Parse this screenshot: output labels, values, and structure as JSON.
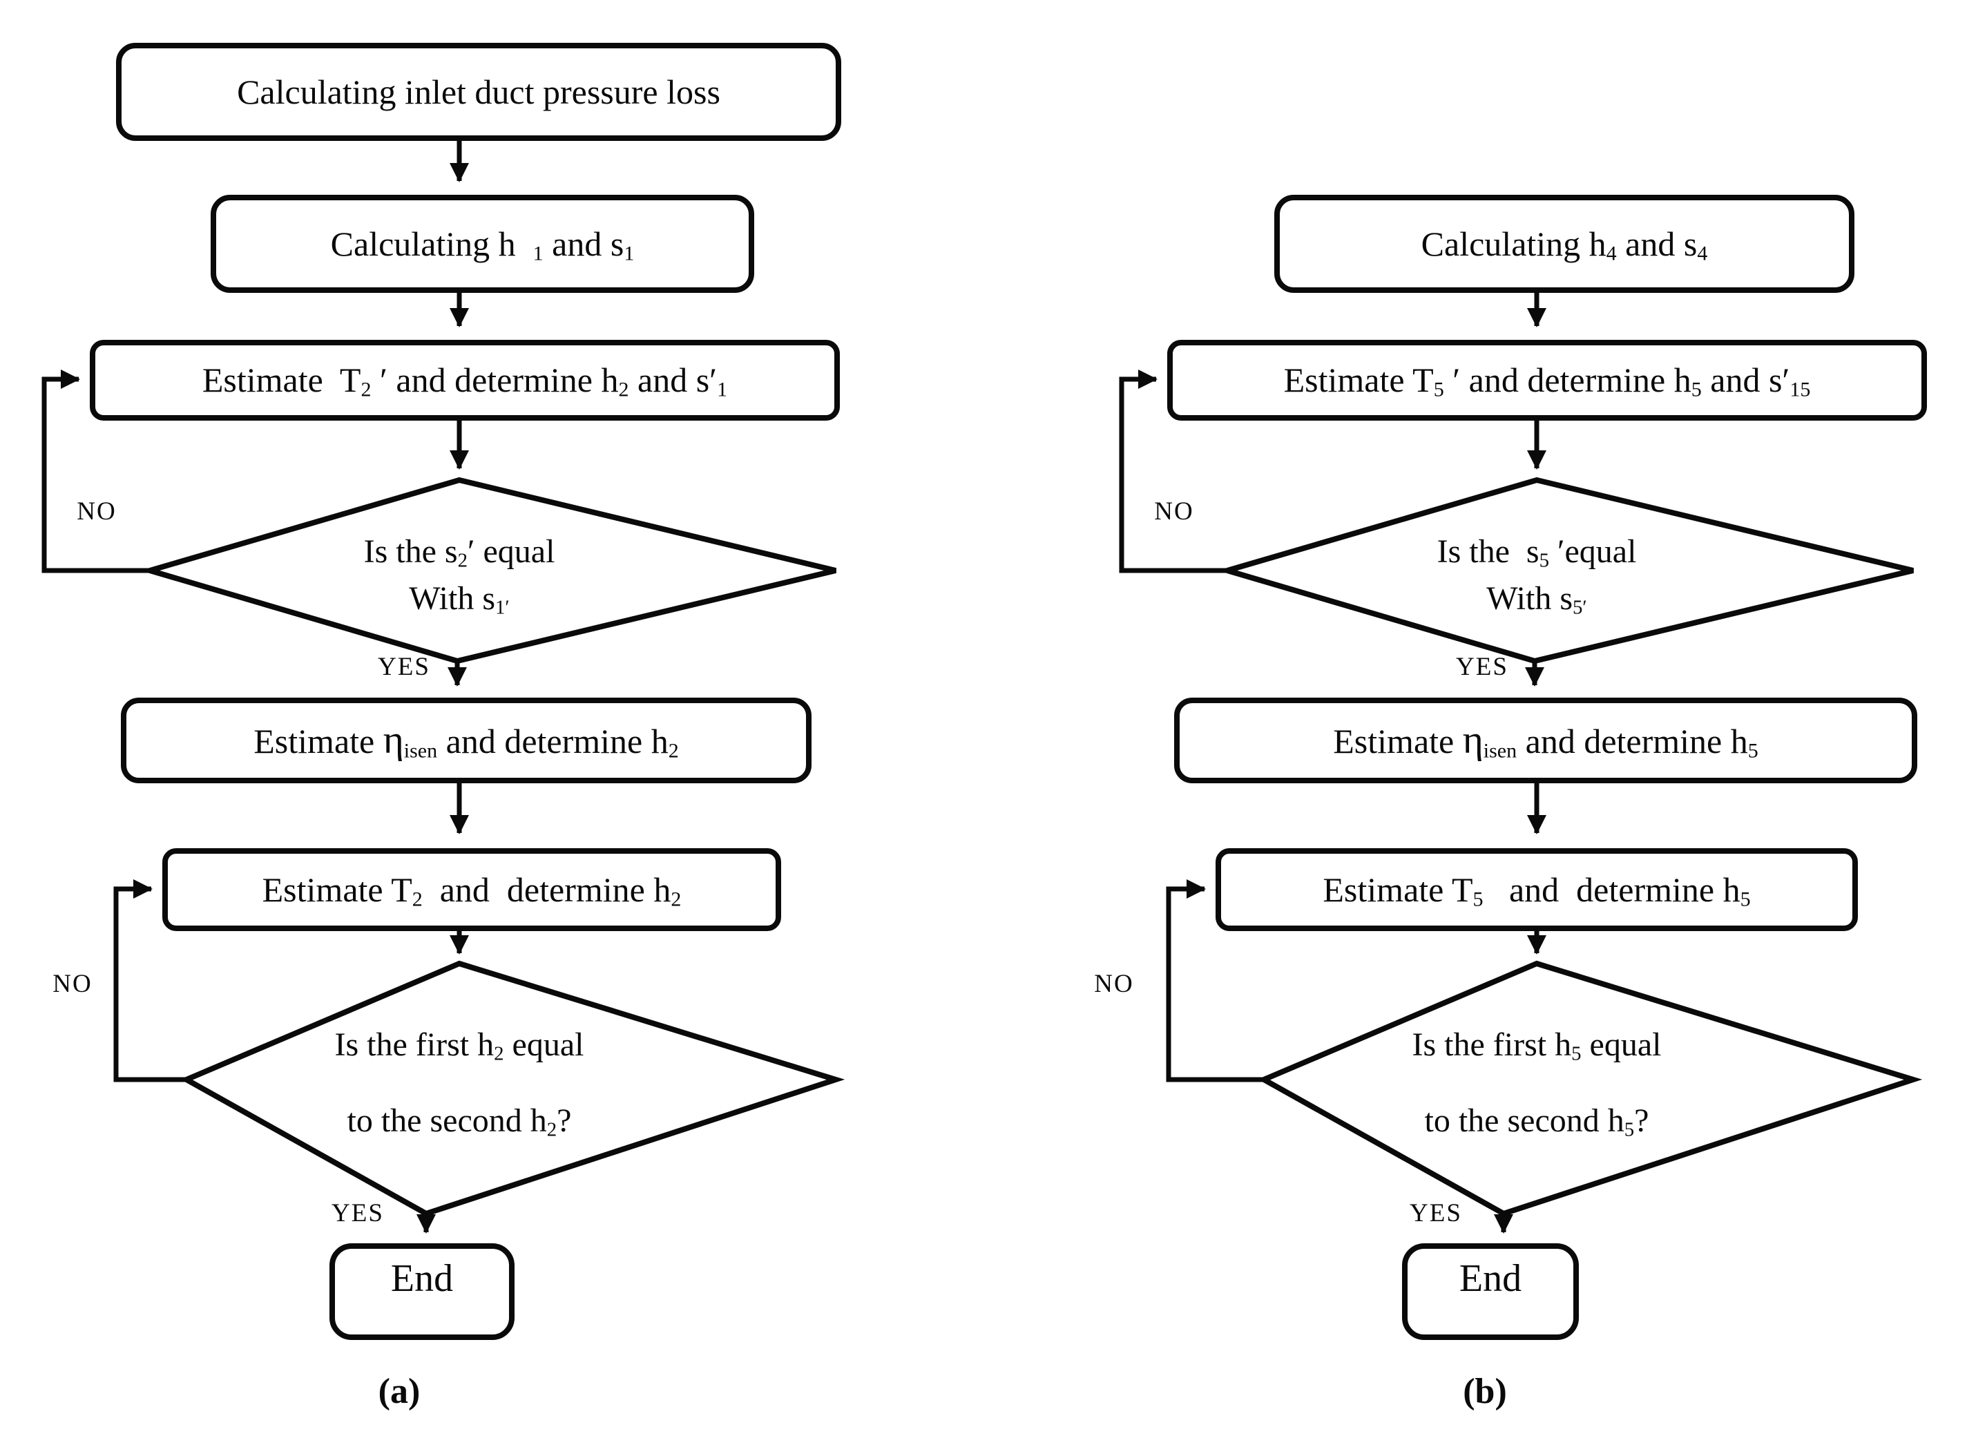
{
  "panels": {
    "a": {
      "caption": "(a)",
      "box1": [
        {
          "t": "Calculating inlet duct pressure loss"
        }
      ],
      "box2": [
        {
          "t": "Calculating h  "
        },
        {
          "t": "1",
          "sub": true
        },
        {
          "t": " and s"
        },
        {
          "t": "1",
          "sub": true
        }
      ],
      "box3": [
        {
          "t": "Estimate  T"
        },
        {
          "t": "2",
          "sub": true
        },
        {
          "t": " ′ and determine h"
        },
        {
          "t": "2",
          "sub": true
        },
        {
          "t": " and s′"
        },
        {
          "t": "1",
          "sub": true
        }
      ],
      "d1_line1": [
        {
          "t": "Is the s"
        },
        {
          "t": "2",
          "sub": true
        },
        {
          "t": "′ equal"
        }
      ],
      "d1_line2": [
        {
          "t": "With s"
        },
        {
          "t": "1′",
          "sub": true
        }
      ],
      "d1_no": "NO",
      "d1_yes": "YES",
      "box4": [
        {
          "t": "Estimate "
        },
        {
          "t": "η",
          "cls": "eta"
        },
        {
          "t": "isen",
          "sub": true
        },
        {
          "t": " and determine h"
        },
        {
          "t": "2",
          "sub": true
        }
      ],
      "box5": [
        {
          "t": "Estimate T"
        },
        {
          "t": "2",
          "sub": true
        },
        {
          "t": "  and  determine h"
        },
        {
          "t": "2",
          "sub": true
        }
      ],
      "d2_line1": [
        {
          "t": "Is the first h"
        },
        {
          "t": "2",
          "sub": true
        },
        {
          "t": " equal"
        }
      ],
      "d2_line2": [
        {
          "t": "to the second h"
        },
        {
          "t": "2",
          "sub": true
        },
        {
          "t": "?"
        }
      ],
      "d2_no": "NO",
      "d2_yes": "YES",
      "end": "End"
    },
    "b": {
      "caption": "(b)",
      "box1": [
        {
          "t": "Calculating h"
        },
        {
          "t": "4",
          "sub": true
        },
        {
          "t": " and s"
        },
        {
          "t": "4",
          "sub": true
        }
      ],
      "box2": [
        {
          "t": "Estimate T"
        },
        {
          "t": "5",
          "sub": true
        },
        {
          "t": " ′ and determine h"
        },
        {
          "t": "5",
          "sub": true
        },
        {
          "t": " and s′"
        },
        {
          "t": "15",
          "sub": true
        }
      ],
      "d1_line1": [
        {
          "t": "Is the  s"
        },
        {
          "t": "5",
          "sub": true
        },
        {
          "t": " ′equal"
        }
      ],
      "d1_line2": [
        {
          "t": "With s"
        },
        {
          "t": "5′",
          "sub": true
        }
      ],
      "d1_no": "NO",
      "d1_yes": "YES",
      "box4": [
        {
          "t": "Estimate "
        },
        {
          "t": "η",
          "cls": "eta"
        },
        {
          "t": "isen",
          "sub": true
        },
        {
          "t": "  and determine h"
        },
        {
          "t": "5",
          "sub": true
        }
      ],
      "box5": [
        {
          "t": "Estimate T"
        },
        {
          "t": "5",
          "sub": true
        },
        {
          "t": "   and  determine h"
        },
        {
          "t": "5",
          "sub": true
        }
      ],
      "d2_line1": [
        {
          "t": "Is the first h"
        },
        {
          "t": "5",
          "sub": true
        },
        {
          "t": " equal"
        }
      ],
      "d2_line2": [
        {
          "t": "to the second h"
        },
        {
          "t": "5",
          "sub": true
        },
        {
          "t": "?"
        }
      ],
      "d2_no": "NO",
      "d2_yes": "YES",
      "end": "End"
    }
  },
  "colors": {
    "ink": "#0a0a0a",
    "background": "#ffffff"
  }
}
